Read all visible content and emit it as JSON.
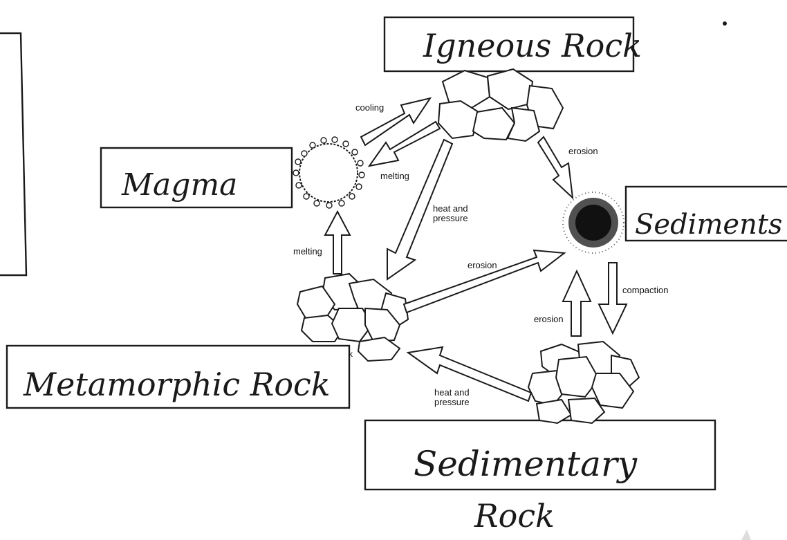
{
  "labels": {
    "igneous": "Igneous Rock",
    "magma": "Magma",
    "sediments": "Sediments",
    "metamorphic": "Metamorphic Rock",
    "sedimentary_line1": "Sedimentary",
    "sedimentary_line2": "Rock"
  },
  "processes": {
    "cooling": "cooling",
    "melting_top": "melting",
    "melting_left": "melting",
    "erosion_top": "erosion",
    "heat_pressure_top_1": "heat and",
    "heat_pressure_top_2": "pressure",
    "erosion_middle": "erosion",
    "compaction": "compaction",
    "erosion_bottom": "erosion",
    "heat_pressure_bottom_1": "heat and",
    "heat_pressure_bottom_2": "pressure",
    "stray_k": "k"
  }
}
